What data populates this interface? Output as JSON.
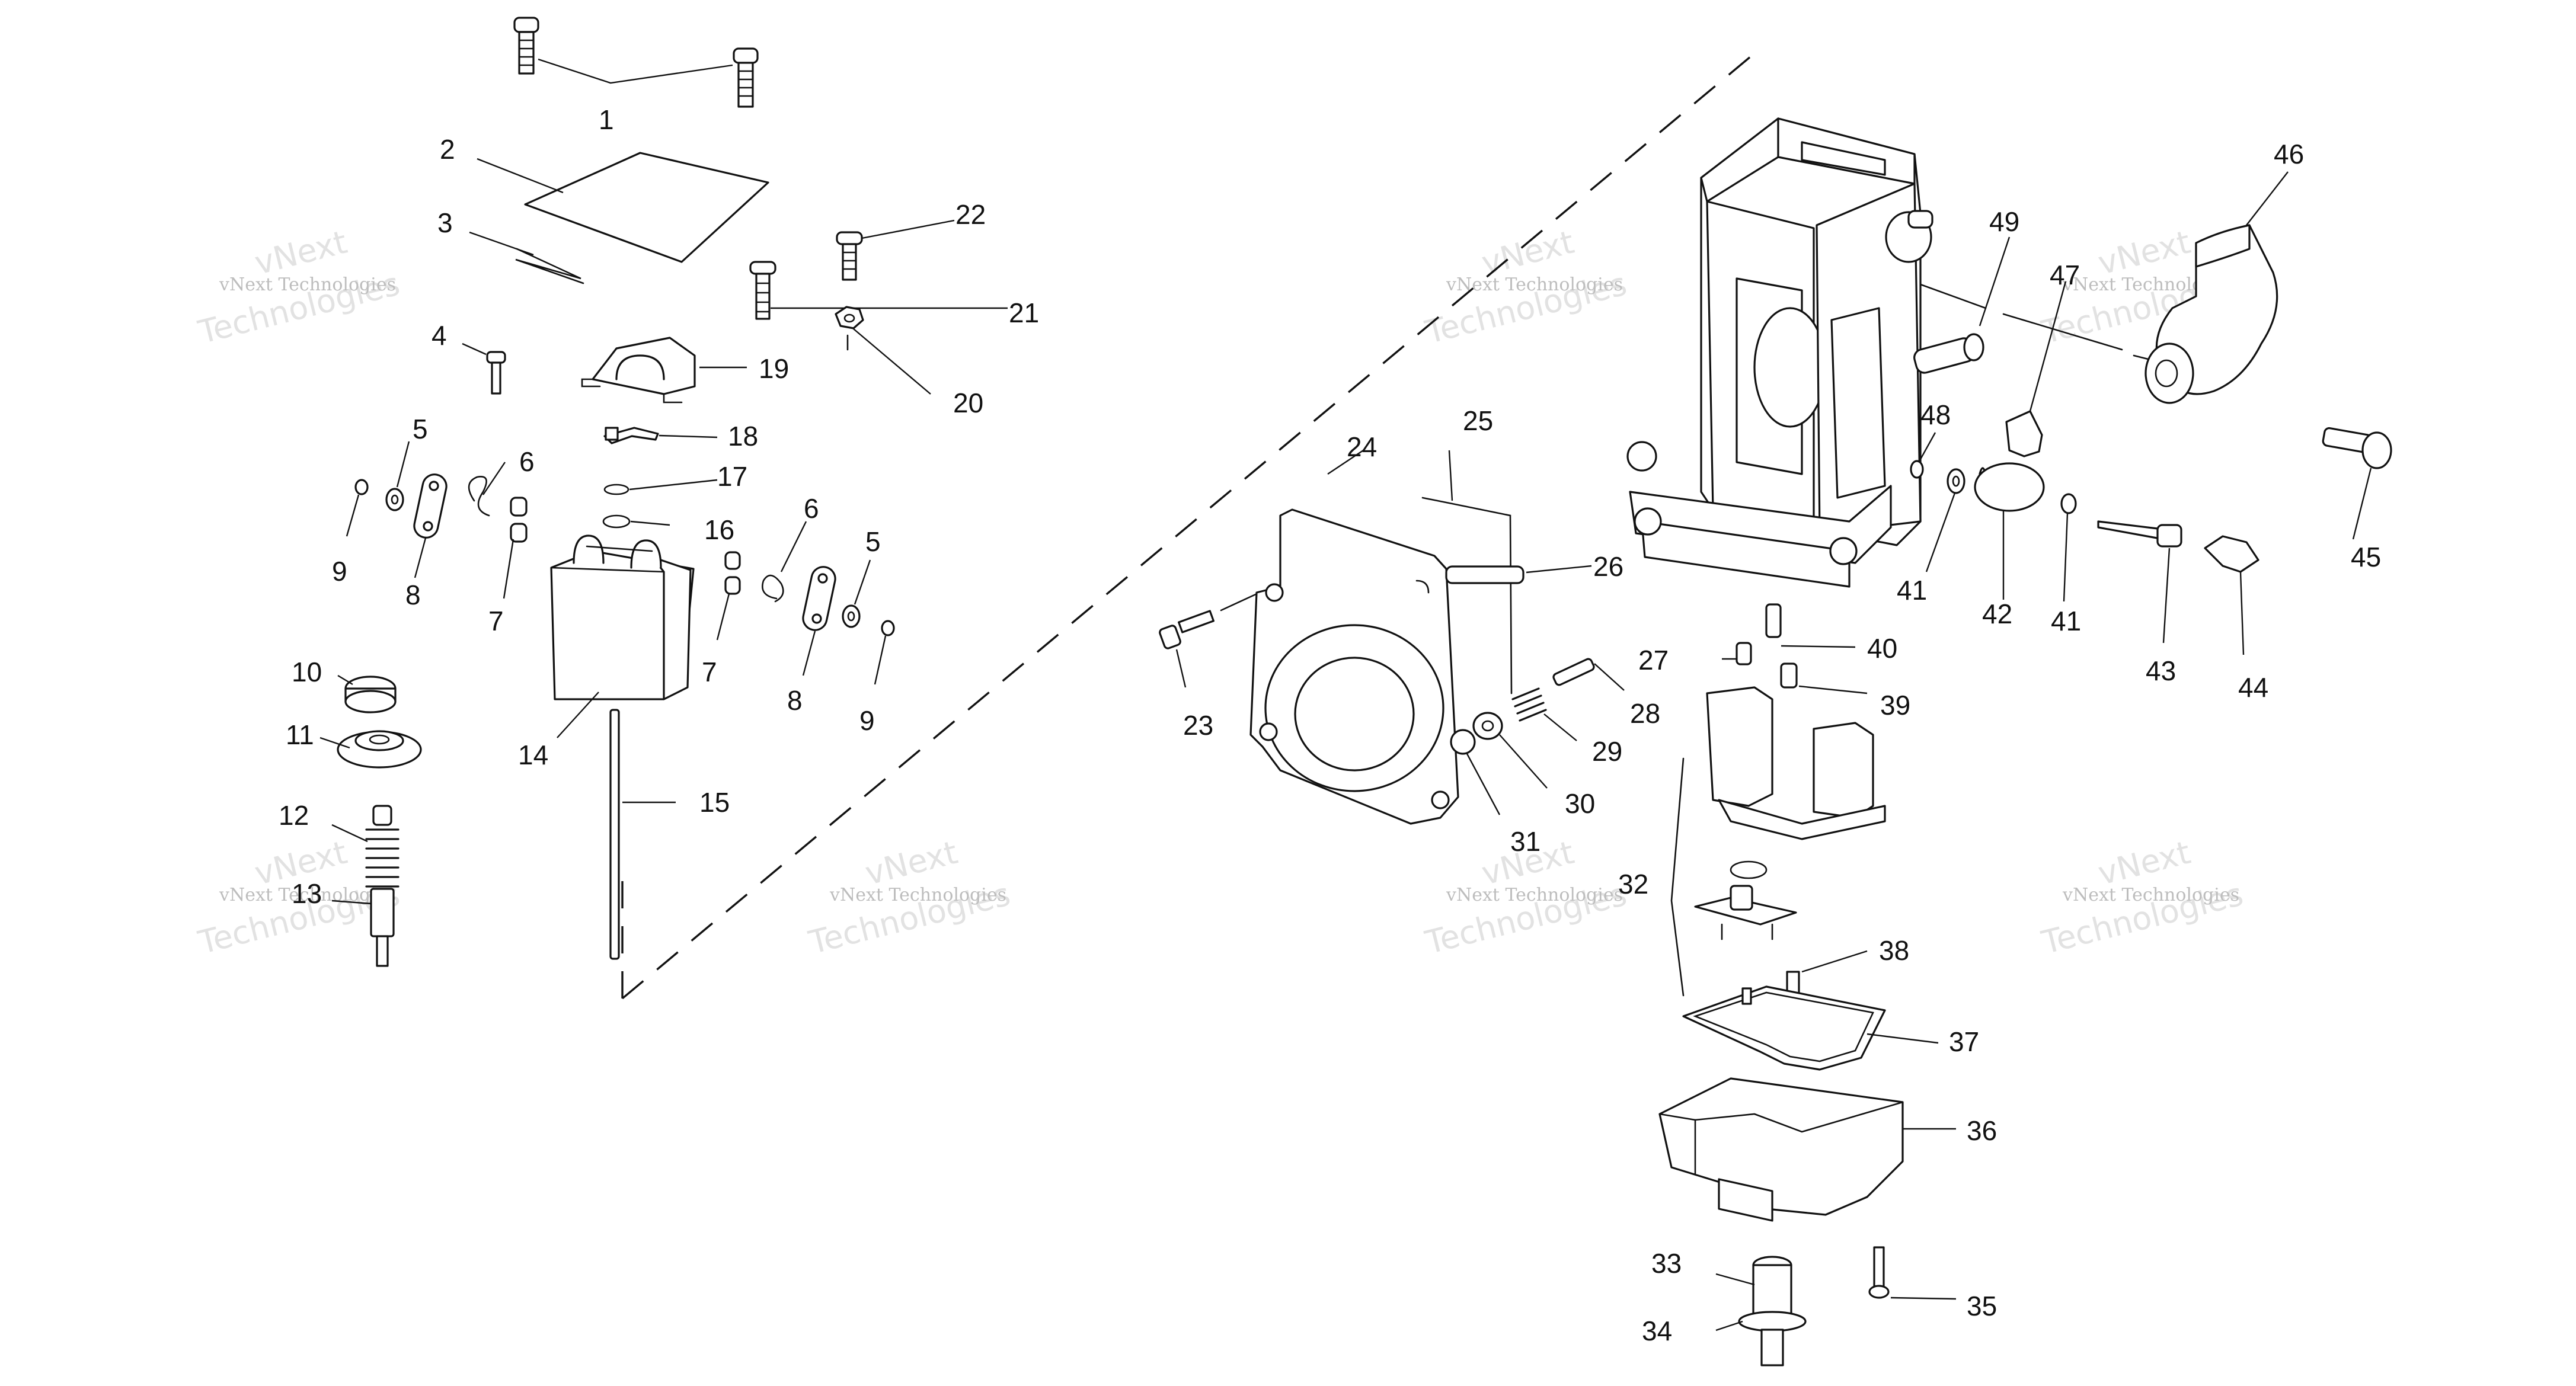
{
  "watermark": {
    "line1": "vNext Technologies",
    "line2": "Technologies",
    "line3": "vNext",
    "color": "#bdbdbd"
  },
  "callouts": {
    "c1": "1",
    "c2": "2",
    "c3": "3",
    "c4": "4",
    "c5a": "5",
    "c5b": "5",
    "c6a": "6",
    "c6b": "6",
    "c7a": "7",
    "c7b": "7",
    "c8a": "8",
    "c8b": "8",
    "c9a": "9",
    "c9b": "9",
    "c10": "10",
    "c11": "11",
    "c12": "12",
    "c13": "13",
    "c14": "14",
    "c15": "15",
    "c16": "16",
    "c17": "17",
    "c18": "18",
    "c19": "19",
    "c20": "20",
    "c21": "21",
    "c22": "22",
    "c23": "23",
    "c24": "24",
    "c25": "25",
    "c26": "26",
    "c27": "27",
    "c28": "28",
    "c29": "29",
    "c30": "30",
    "c31": "31",
    "c32": "32",
    "c33": "33",
    "c34": "34",
    "c35": "35",
    "c36": "36",
    "c37": "37",
    "c38": "38",
    "c39": "39",
    "c40": "40",
    "c41a": "41",
    "c41b": "41",
    "c42": "42",
    "c43": "43",
    "c44": "44",
    "c45": "45",
    "c46": "46",
    "c47": "47",
    "c48": "48",
    "c49": "49"
  },
  "colors": {
    "ink": "#111111",
    "paper": "#ffffff"
  }
}
